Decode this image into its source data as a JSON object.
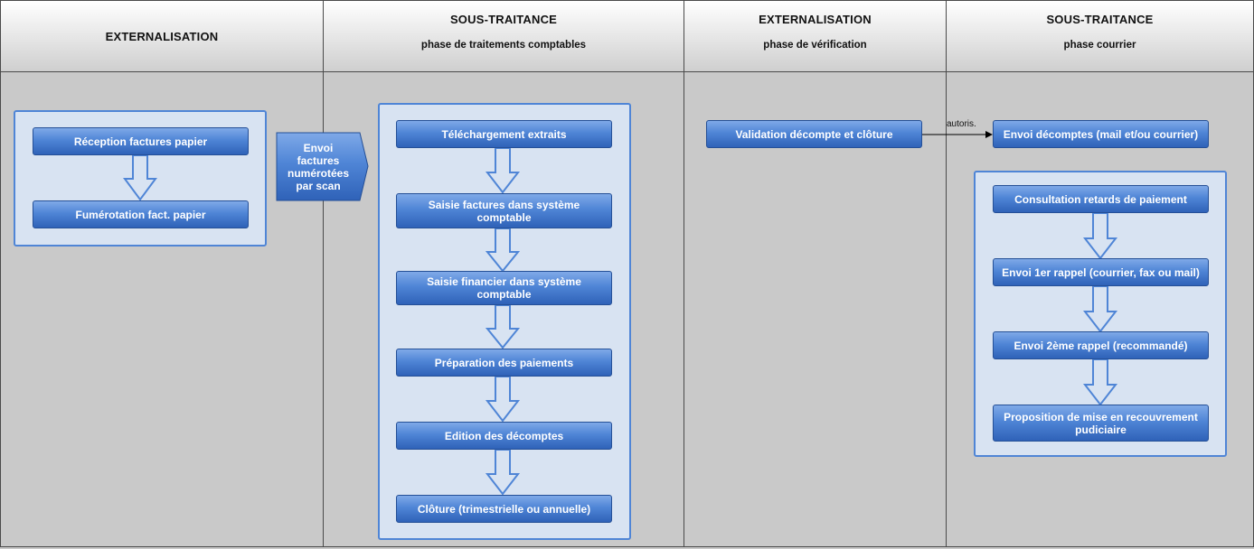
{
  "lanes": [
    {
      "title": "EXTERNALISATION",
      "subtitle": ""
    },
    {
      "title": "SOUS-TRAITANCE",
      "subtitle": "phase de traitements comptables"
    },
    {
      "title": "EXTERNALISATION",
      "subtitle": "phase de vérification"
    },
    {
      "title": "SOUS-TRAITANCE",
      "subtitle": "phase courrier"
    }
  ],
  "lane1": {
    "steps": [
      "Réception factures papier",
      "Fumérotation fact. papier"
    ]
  },
  "handoff": {
    "label": "Envoi factures numérotées par scan"
  },
  "lane2": {
    "steps": [
      "Téléchargement extraits",
      "Saisie factures dans système comptable",
      "Saisie financier dans système comptable",
      "Préparation des paiements",
      "Edition des décomptes",
      "Clôture (trimestrielle ou annuelle)"
    ]
  },
  "lane3": {
    "steps": [
      "Validation décompte et clôture"
    ]
  },
  "link": {
    "label": "autoris."
  },
  "lane4": {
    "top_step": "Envoi décomptes (mail et/ou courrier)",
    "steps": [
      "Consultation retards de paiement",
      "Envoi 1er rappel (courrier, fax ou mail)",
      "Envoi 2ème rappel (recommandé)",
      "Proposition de mise en recouvrement pudiciaire"
    ]
  },
  "colors": {
    "accent": "#4f85d6",
    "container_fill": "#d8e3f2",
    "lane_fill": "#c9c9c9"
  }
}
